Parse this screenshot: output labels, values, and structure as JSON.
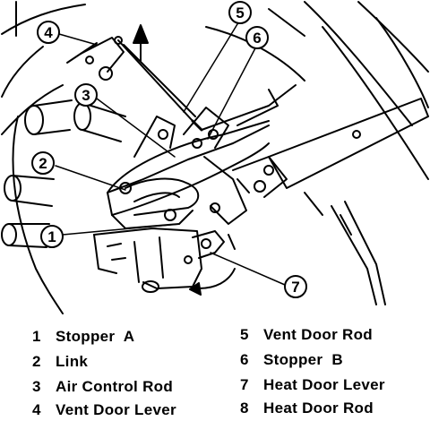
{
  "callouts": [
    "1",
    "2",
    "3",
    "4",
    "5",
    "6",
    "7"
  ],
  "legend": [
    {
      "num": "1",
      "label": "Stopper  A"
    },
    {
      "num": "2",
      "label": "Link"
    },
    {
      "num": "3",
      "label": "Air Control Rod"
    },
    {
      "num": "4",
      "label": "Vent Door Lever"
    },
    {
      "num": "5",
      "label": "Vent Door Rod"
    },
    {
      "num": "6",
      "label": "Stopper  B"
    },
    {
      "num": "7",
      "label": "Heat Door Lever"
    },
    {
      "num": "8",
      "label": "Heat Door Rod"
    }
  ]
}
